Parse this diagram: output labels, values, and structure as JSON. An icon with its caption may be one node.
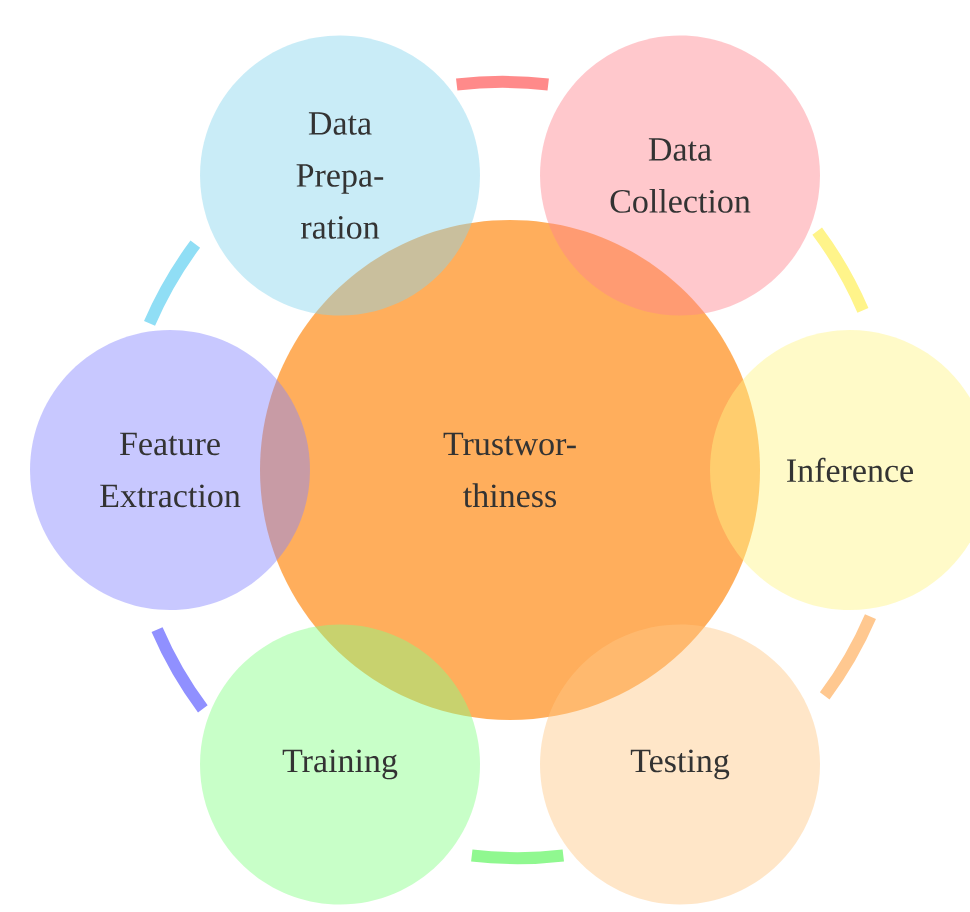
{
  "diagram": {
    "nodes": [
      {
        "text": [
          "Trustwor-thiness"
        ]
      },
      {
        "text": [
          "Data Prepa-ration"
        ]
      },
      {
        "text": [
          "Data Collection"
        ]
      },
      {
        "text": [
          "Inference"
        ]
      },
      {
        "text": [
          "Testing"
        ]
      },
      {
        "text": [
          "Training"
        ]
      },
      {
        "text": [
          "Feature Extraction"
        ]
      }
    ],
    "edges": [
      {
        "from": 1,
        "to": 2,
        "arrow": "none",
        "color": "#ff8a8a"
      },
      {
        "from": 2,
        "to": 3,
        "arrow": "none",
        "color": "#fff48a"
      },
      {
        "from": 3,
        "to": 4,
        "arrow": "none",
        "color": "#ffc890"
      },
      {
        "from": 4,
        "to": 5,
        "arrow": "none",
        "color": "#90f890"
      },
      {
        "from": 5,
        "to": 6,
        "arrow": "none",
        "color": "#9090ff"
      },
      {
        "from": 6,
        "to": 1,
        "arrow": "none",
        "color": "#90def5"
      }
    ]
  }
}
